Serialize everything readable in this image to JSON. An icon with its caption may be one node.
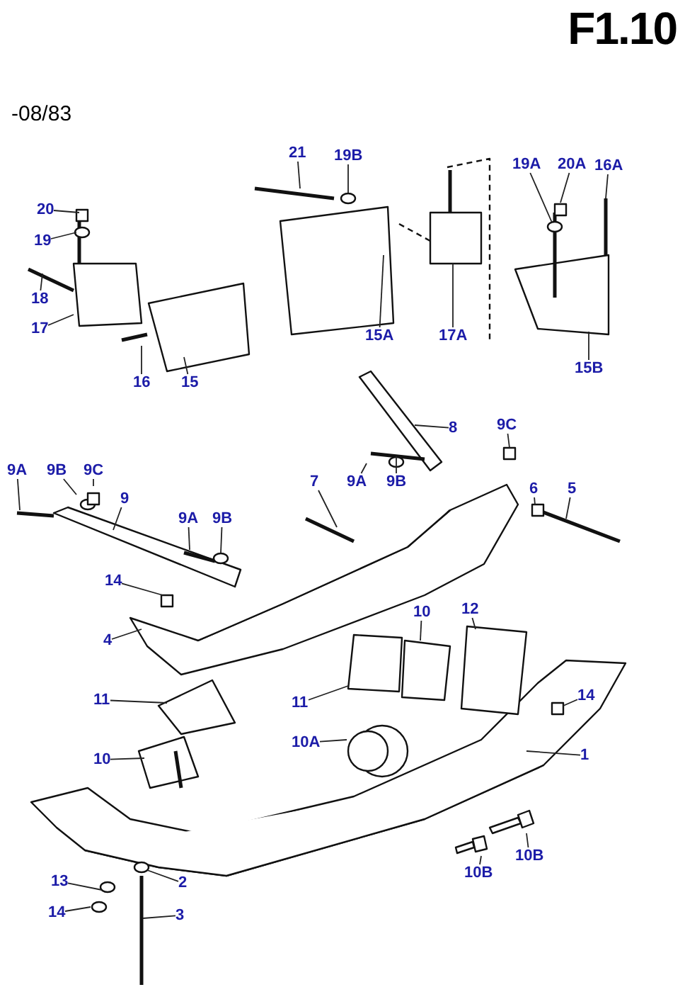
{
  "diagram": {
    "title": "F1.10",
    "nodes": [
      {
        "text": [
          "21"
        ]
      },
      {
        "text": [
          "19B"
        ]
      },
      {
        "text": [
          "19A"
        ]
      },
      {
        "text": [
          "20A"
        ]
      },
      {
        "text": [
          "16A"
        ]
      },
      {
        "text": [
          "20"
        ]
      },
      {
        "text": [
          "19"
        ]
      },
      {
        "text": [
          "18"
        ]
      },
      {
        "text": [
          "17"
        ]
      },
      {
        "text": [
          "16"
        ]
      },
      {
        "text": [
          "15"
        ]
      },
      {
        "text": [
          "15A"
        ]
      },
      {
        "text": [
          "17A"
        ]
      },
      {
        "text": [
          "15B"
        ]
      },
      {
        "text": [
          "8"
        ]
      },
      {
        "text": [
          "9C"
        ]
      },
      {
        "text": [
          "9A"
        ]
      },
      {
        "text": [
          "9B"
        ]
      },
      {
        "text": [
          "9C"
        ]
      },
      {
        "text": [
          "9"
        ]
      },
      {
        "text": [
          "7"
        ]
      },
      {
        "text": [
          "9A"
        ]
      },
      {
        "text": [
          "9B"
        ]
      },
      {
        "text": [
          "6"
        ]
      },
      {
        "text": [
          "5"
        ]
      },
      {
        "text": [
          "9A"
        ]
      },
      {
        "text": [
          "9B"
        ]
      },
      {
        "text": [
          "14"
        ]
      },
      {
        "text": [
          "4"
        ]
      },
      {
        "text": [
          "10"
        ]
      },
      {
        "text": [
          "12"
        ]
      },
      {
        "text": [
          "11"
        ]
      },
      {
        "text": [
          "11"
        ]
      },
      {
        "text": [
          "14"
        ]
      },
      {
        "text": [
          "10A"
        ]
      },
      {
        "text": [
          "1"
        ]
      },
      {
        "text": [
          "10"
        ]
      },
      {
        "text": [
          "13"
        ]
      },
      {
        "text": [
          "2"
        ]
      },
      {
        "text": [
          "14"
        ]
      },
      {
        "text": [
          "3"
        ]
      },
      {
        "text": [
          "10B"
        ]
      },
      {
        "text": [
          "10B"
        ]
      }
    ],
    "edges": [
      {
        "from": 0,
        "to": null,
        "arrow": "none"
      },
      {
        "from": 1,
        "to": null,
        "arrow": "none"
      },
      {
        "from": 2,
        "to": null,
        "arrow": "none"
      },
      {
        "from": 3,
        "to": null,
        "arrow": "none"
      },
      {
        "from": 4,
        "to": null,
        "arrow": "none"
      },
      {
        "from": 5,
        "to": null,
        "arrow": "none"
      },
      {
        "from": 6,
        "to": null,
        "arrow": "none"
      },
      {
        "from": 7,
        "to": null,
        "arrow": "none"
      },
      {
        "from": 8,
        "to": null,
        "arrow": "none"
      },
      {
        "from": 9,
        "to": null,
        "arrow": "none"
      },
      {
        "from": 10,
        "to": null,
        "arrow": "none"
      },
      {
        "from": 11,
        "to": null,
        "arrow": "none"
      },
      {
        "from": 12,
        "to": null,
        "arrow": "none"
      },
      {
        "from": 13,
        "to": null,
        "arrow": "none"
      },
      {
        "from": 14,
        "to": null,
        "arrow": "none"
      },
      {
        "from": 15,
        "to": null,
        "arrow": "none"
      },
      {
        "from": 16,
        "to": null,
        "arrow": "none"
      },
      {
        "from": 17,
        "to": null,
        "arrow": "none"
      },
      {
        "from": 18,
        "to": null,
        "arrow": "none"
      },
      {
        "from": 19,
        "to": null,
        "arrow": "none"
      },
      {
        "from": 20,
        "to": null,
        "arrow": "none"
      },
      {
        "from": 21,
        "to": null,
        "arrow": "none"
      },
      {
        "from": 22,
        "to": null,
        "arrow": "none"
      },
      {
        "from": 23,
        "to": null,
        "arrow": "none"
      },
      {
        "from": 24,
        "to": null,
        "arrow": "none"
      },
      {
        "from": 25,
        "to": null,
        "arrow": "none"
      },
      {
        "from": 26,
        "to": null,
        "arrow": "none"
      },
      {
        "from": 27,
        "to": null,
        "arrow": "none"
      },
      {
        "from": 28,
        "to": null,
        "arrow": "none"
      },
      {
        "from": 29,
        "to": null,
        "arrow": "none"
      },
      {
        "from": 30,
        "to": null,
        "arrow": "none"
      },
      {
        "from": 31,
        "to": null,
        "arrow": "none"
      },
      {
        "from": 32,
        "to": null,
        "arrow": "none"
      },
      {
        "from": 33,
        "to": null,
        "arrow": "none"
      },
      {
        "from": 34,
        "to": null,
        "arrow": "none"
      },
      {
        "from": 35,
        "to": null,
        "arrow": "none"
      },
      {
        "from": 36,
        "to": null,
        "arrow": "none"
      },
      {
        "from": 37,
        "to": null,
        "arrow": "none"
      },
      {
        "from": 38,
        "to": null,
        "arrow": "none"
      },
      {
        "from": 39,
        "to": null,
        "arrow": "none"
      },
      {
        "from": 40,
        "to": null,
        "arrow": "none"
      },
      {
        "from": 41,
        "to": null,
        "arrow": "none"
      },
      {
        "from": 42,
        "to": null,
        "arrow": "none"
      }
    ],
    "labels": [
      "-08/83"
    ]
  }
}
